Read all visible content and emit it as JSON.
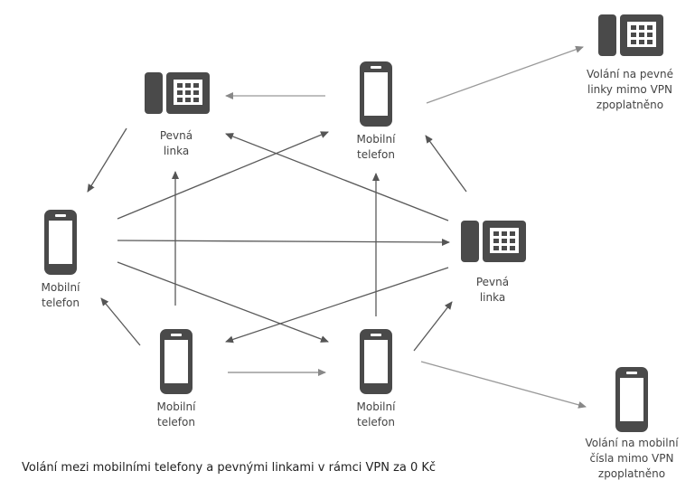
{
  "nodes": {
    "landline_top_left": {
      "line1": "Pevná",
      "line2": "linka",
      "icon": "desk-phone-icon"
    },
    "mobile_top_center": {
      "line1": "Mobilní",
      "line2": "telefon",
      "icon": "mobile-phone-icon"
    },
    "mobile_left": {
      "line1": "Mobilní",
      "line2": "telefon",
      "icon": "mobile-phone-icon"
    },
    "landline_right": {
      "line1": "Pevná",
      "line2": "linka",
      "icon": "desk-phone-icon"
    },
    "mobile_bottom_left": {
      "line1": "Mobilní",
      "line2": "telefon",
      "icon": "mobile-phone-icon"
    },
    "mobile_bottom_center": {
      "line1": "Mobilní",
      "line2": "telefon",
      "icon": "mobile-phone-icon"
    },
    "external_landline": {
      "line1": "Volání na pevné",
      "line2": "linky mimo VPN",
      "line3": "zpoplatněno",
      "icon": "desk-phone-icon"
    },
    "external_mobile": {
      "line1": "Volání na mobilní",
      "line2": "čísla mimo VPN",
      "line3": "zpoplatněno",
      "icon": "mobile-phone-icon"
    }
  },
  "caption": "Volání mezi mobilními telefony a pevnými linkami v rámci VPN za 0 Kč",
  "colors": {
    "icon": "#4a4a4a",
    "arrow": "#5a5a5a",
    "arrow_light": "#8a8a8a",
    "text": "#444444"
  }
}
